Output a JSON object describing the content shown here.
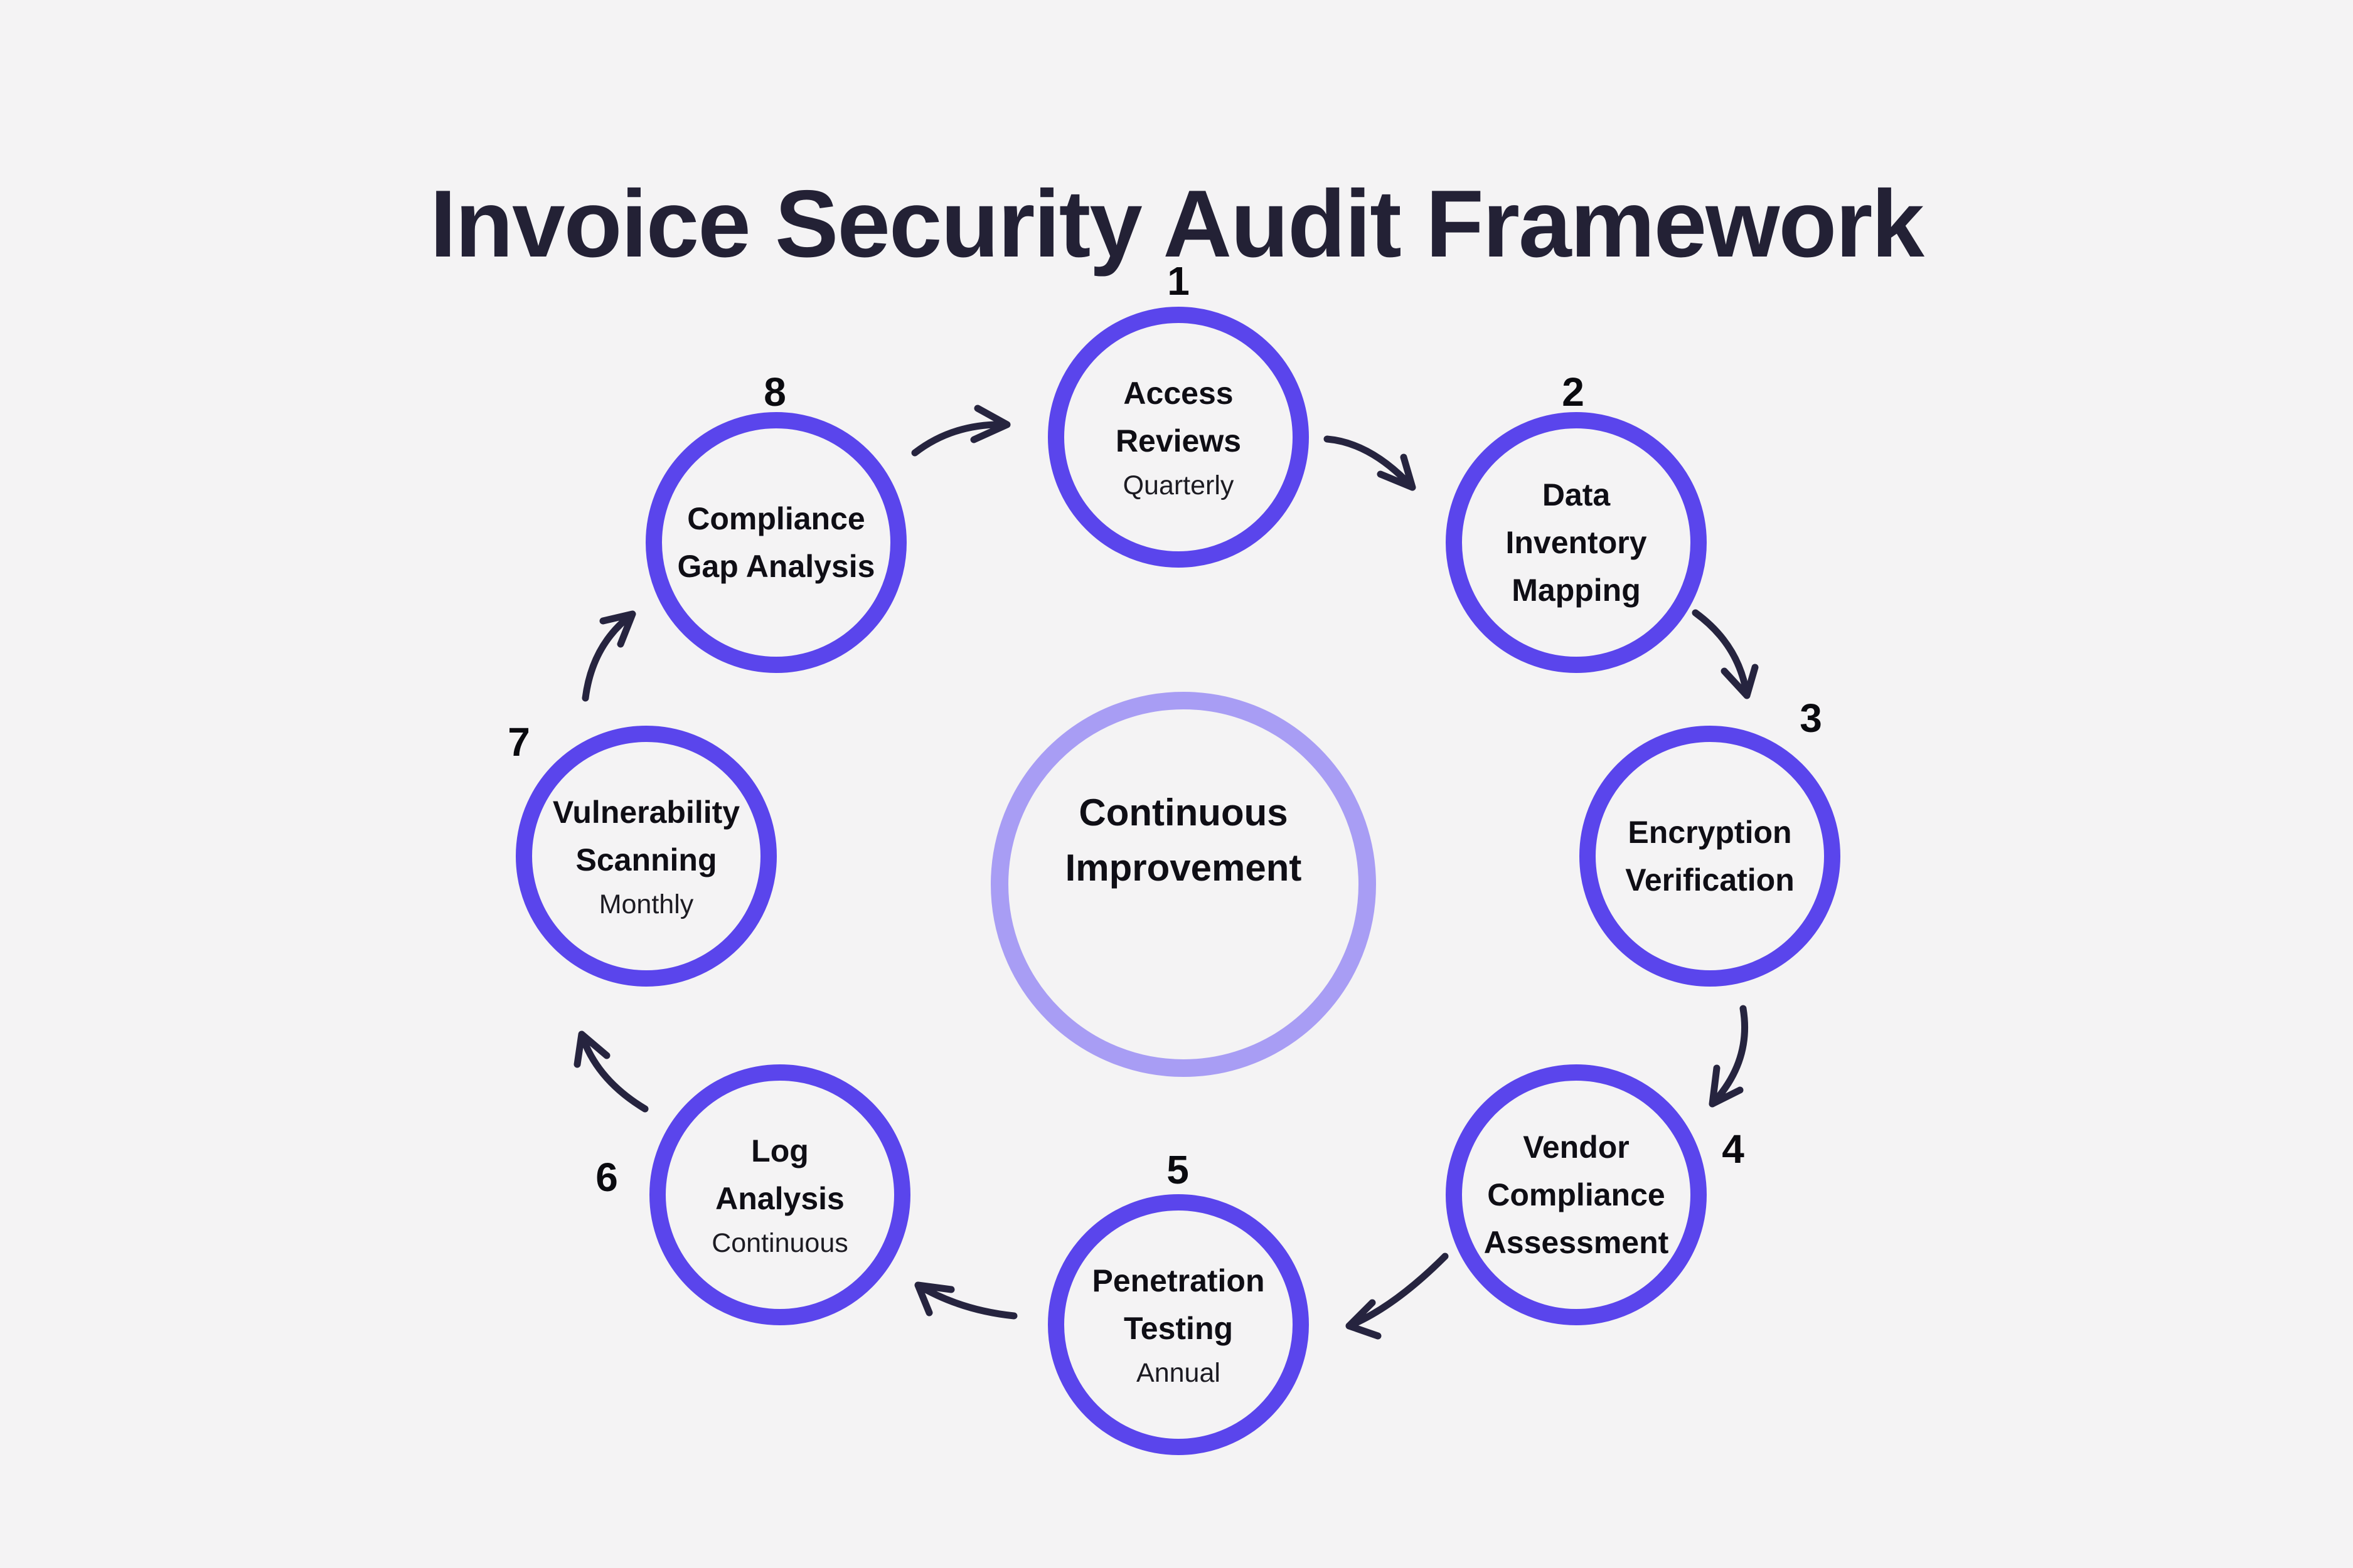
{
  "title": "Invoice Security Audit Framework",
  "center": {
    "label": "Continuous\nImprovement"
  },
  "steps": [
    {
      "number": "1",
      "label": "Access\nReviews",
      "frequency": "Quarterly"
    },
    {
      "number": "2",
      "label": "Data\nInventory\nMapping",
      "frequency": ""
    },
    {
      "number": "3",
      "label": "Encryption\nVerification",
      "frequency": ""
    },
    {
      "number": "4",
      "label": "Vendor\nCompliance\nAssessment",
      "frequency": ""
    },
    {
      "number": "5",
      "label": "Penetration\nTesting",
      "frequency": "Annual"
    },
    {
      "number": "6",
      "label": "Log\nAnalysis",
      "frequency": "Continuous"
    },
    {
      "number": "7",
      "label": "Vulnerability\nScanning",
      "frequency": "Monthly"
    },
    {
      "number": "8",
      "label": "Compliance\nGap Analysis",
      "frequency": ""
    }
  ],
  "colors": {
    "background": "#f4f3f4",
    "step_ring": "#5a45ec",
    "center_ring": "#a89df4",
    "arrow": "#26243f",
    "title_color": "#232135",
    "label_color": "#0f0e15",
    "sublabel_color": "#1c1b22",
    "number_color": "#0a0a0f"
  }
}
